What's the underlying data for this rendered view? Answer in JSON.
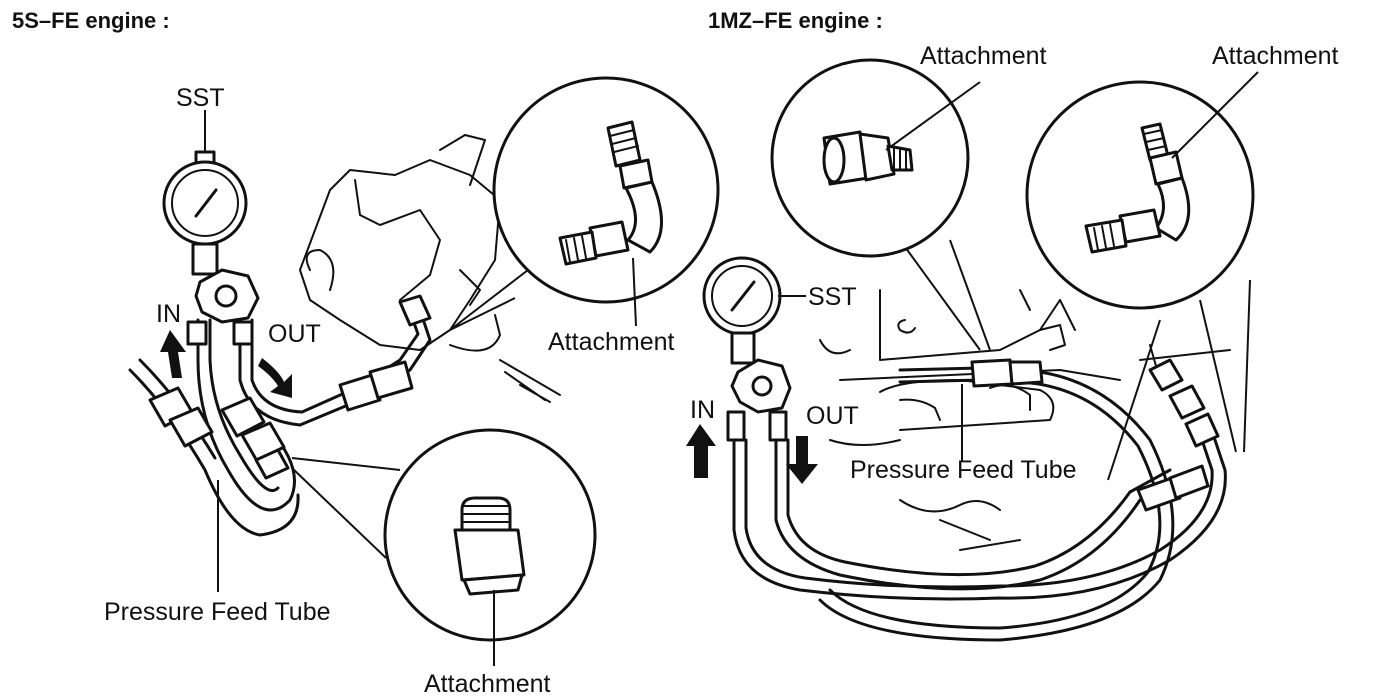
{
  "left_panel": {
    "title": "5S–FE engine :",
    "labels": {
      "sst": "SST",
      "in": "IN",
      "out": "OUT",
      "attachment_upper": "Attachment",
      "attachment_lower": "Attachment",
      "pressure_feed_tube": "Pressure Feed Tube"
    }
  },
  "right_panel": {
    "title": "1MZ–FE engine :",
    "labels": {
      "attachment_left": "Attachment",
      "attachment_right": "Attachment",
      "sst": "SST",
      "in": "IN",
      "out": "OUT",
      "pressure_feed_tube": "Pressure Feed Tube"
    }
  },
  "colors": {
    "ink": "#111111",
    "paper": "#ffffff"
  }
}
